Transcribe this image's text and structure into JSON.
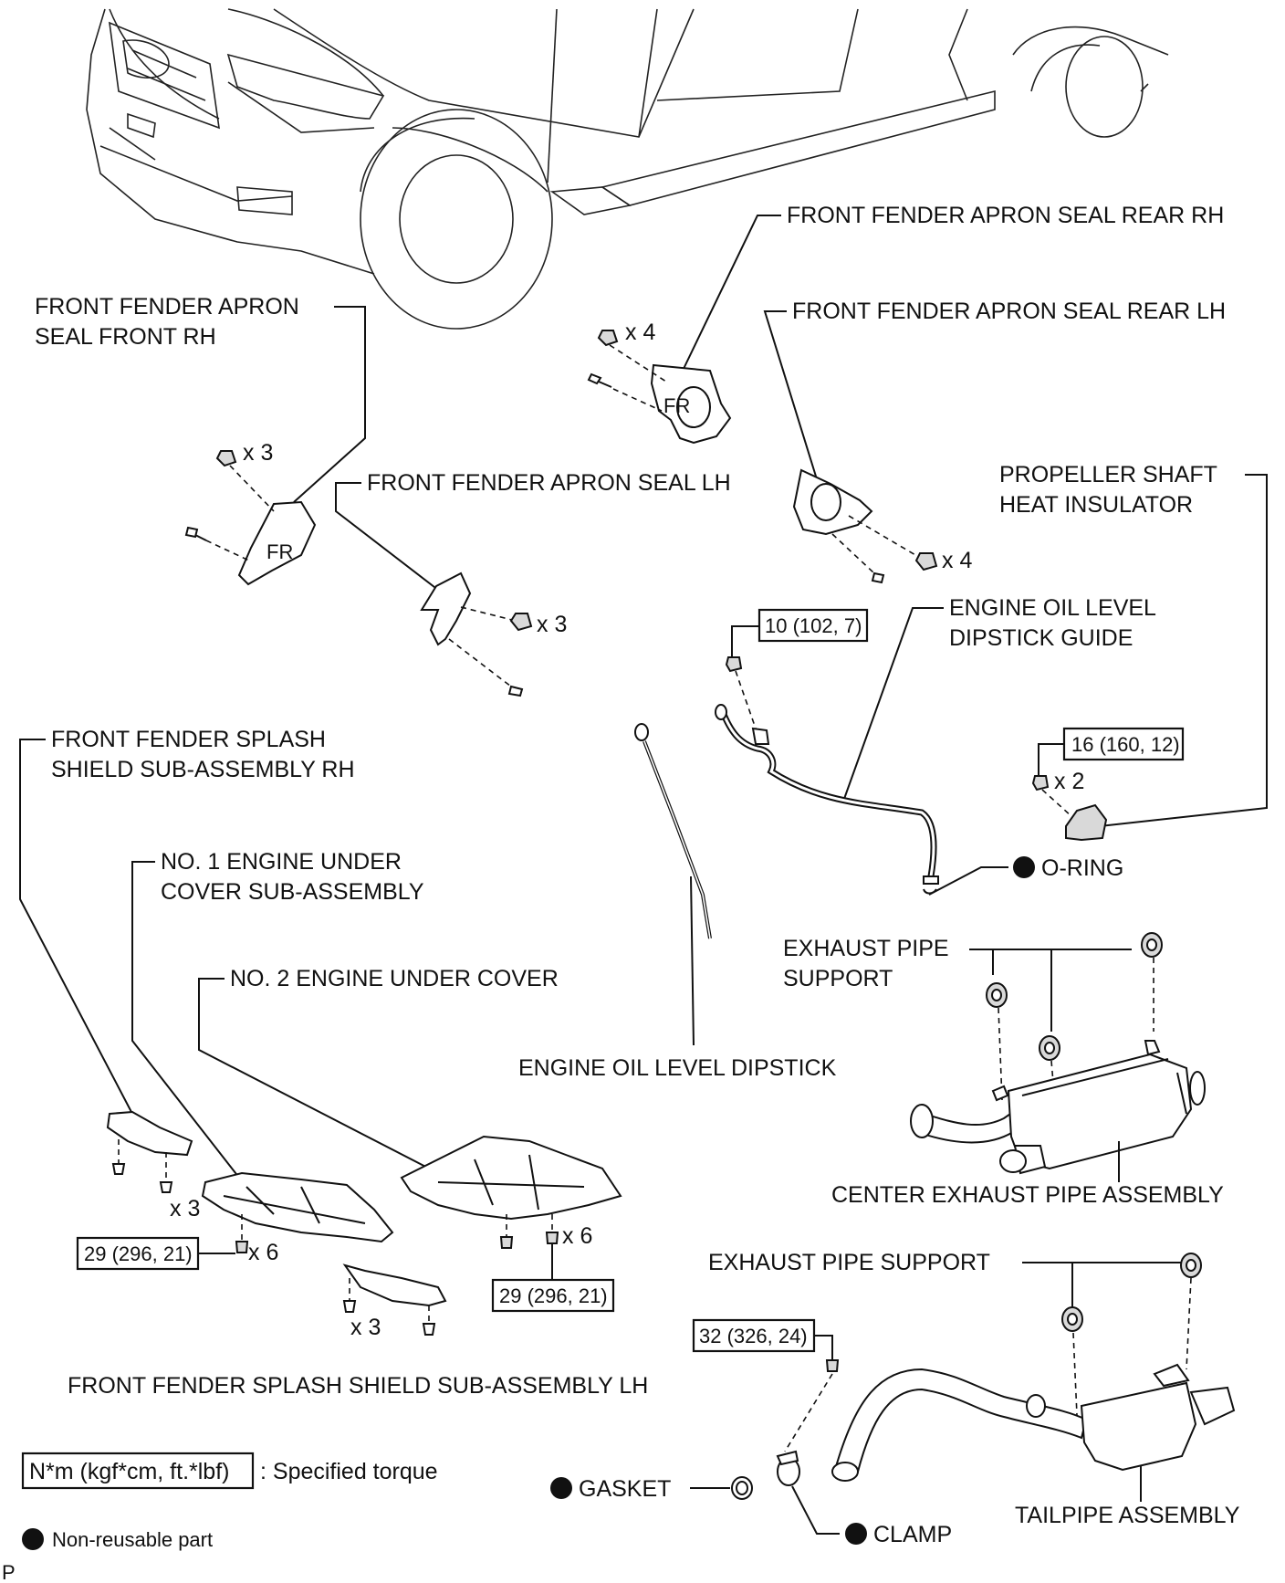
{
  "labels": {
    "seal_rear_rh": "FRONT FENDER APRON SEAL REAR RH",
    "seal_rear_lh": "FRONT FENDER APRON SEAL REAR LH",
    "seal_front_rh_1": "FRONT FENDER APRON",
    "seal_front_rh_2": "SEAL FRONT RH",
    "seal_lh": "FRONT FENDER APRON SEAL LH",
    "prop_shaft_1": "PROPELLER SHAFT",
    "prop_shaft_2": "HEAT INSULATOR",
    "dipstick_guide_1": "ENGINE OIL LEVEL",
    "dipstick_guide_2": "DIPSTICK GUIDE",
    "splash_rh_1": "FRONT FENDER SPLASH",
    "splash_rh_2": "SHIELD SUB-ASSEMBLY RH",
    "oring": "O-RING",
    "no1_cover_1": "NO. 1 ENGINE UNDER",
    "no1_cover_2": "COVER SUB-ASSEMBLY",
    "exhaust_support_1a": "EXHAUST PIPE",
    "exhaust_support_1b": "SUPPORT",
    "no2_cover": "NO. 2 ENGINE UNDER COVER",
    "dipstick": "ENGINE OIL LEVEL DIPSTICK",
    "center_exhaust": "CENTER EXHAUST PIPE ASSEMBLY",
    "exhaust_support_2": "EXHAUST PIPE SUPPORT",
    "splash_lh": "FRONT FENDER SPLASH SHIELD SUB-ASSEMBLY LH",
    "gasket": "GASKET",
    "tailpipe": "TAILPIPE ASSEMBLY",
    "clamp": "CLAMP"
  },
  "torques": {
    "dipstick_guide_bolt": "10 (102, 7)",
    "insulator_bolt": "16 (160, 12)",
    "no1_cover_bolt": "29 (296, 21)",
    "no2_cover_bolt": "29 (296, 21)",
    "clamp_bolt": "32 (326, 24)"
  },
  "quantities": {
    "rear_rh_clips": "x 4",
    "rear_lh_clips": "x 4",
    "front_rh_clips": "x 3",
    "seal_lh_clips": "x 3",
    "insulator_bolts": "x 2",
    "splash_rh_screws": "x 3",
    "no1_bolts": "x 6",
    "no2_bolts": "x 6",
    "splash_lh_screws": "x 3"
  },
  "legend": {
    "torque_box": "N*m (kgf*cm, ft.*lbf)",
    "torque_text": ": Specified torque",
    "nonreusable": "Non-reusable part"
  },
  "corner_mark": "P"
}
